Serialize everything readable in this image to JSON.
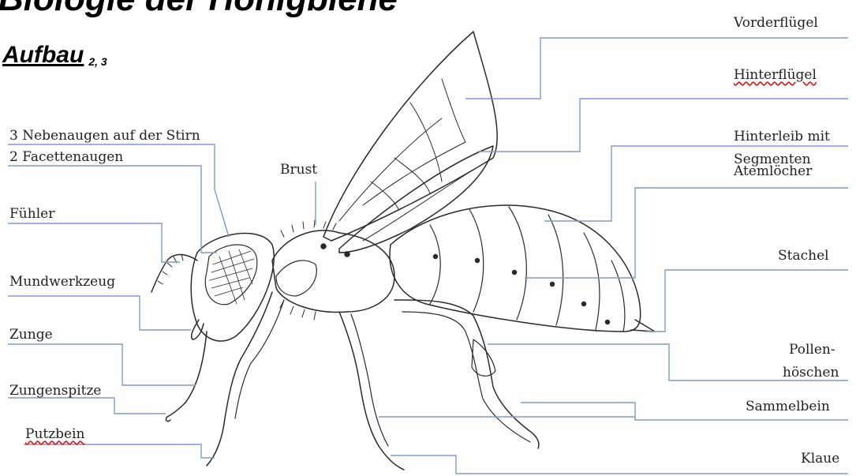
{
  "title": "Biologie der Honigbiene",
  "subtitle": "Aufbau",
  "subtitle_refs": "2, 3",
  "labels_left": {
    "nebenaugen": "3 Nebenaugen auf der Stirn",
    "facettenaugen": "2 Facettenaugen",
    "fuehler": "Fühler",
    "mundwerkzeug": "Mundwerkzeug",
    "zunge": "Zunge",
    "zungenspitze": "Zungenspitze",
    "putzbein": "Putzbein"
  },
  "labels_center": {
    "brust": "Brust"
  },
  "labels_right": {
    "vorderfluegel": "Vorderflügel",
    "hinterfluegel": "Hinterflügel",
    "hinterleib_line1": "Hinterleib mit",
    "hinterleib_line2": "Segmenten",
    "atemloecher": "Atemlöcher",
    "stachel": "Stachel",
    "pollen_line1": "Pollen-",
    "pollen_line2": "höschen",
    "sammelbein": "Sammelbein",
    "klaue": "Klaue"
  },
  "colors": {
    "leader_line": "#7f9cc4",
    "drawing": "#2a2a2a",
    "spellcheck_underline": "#d02020"
  }
}
